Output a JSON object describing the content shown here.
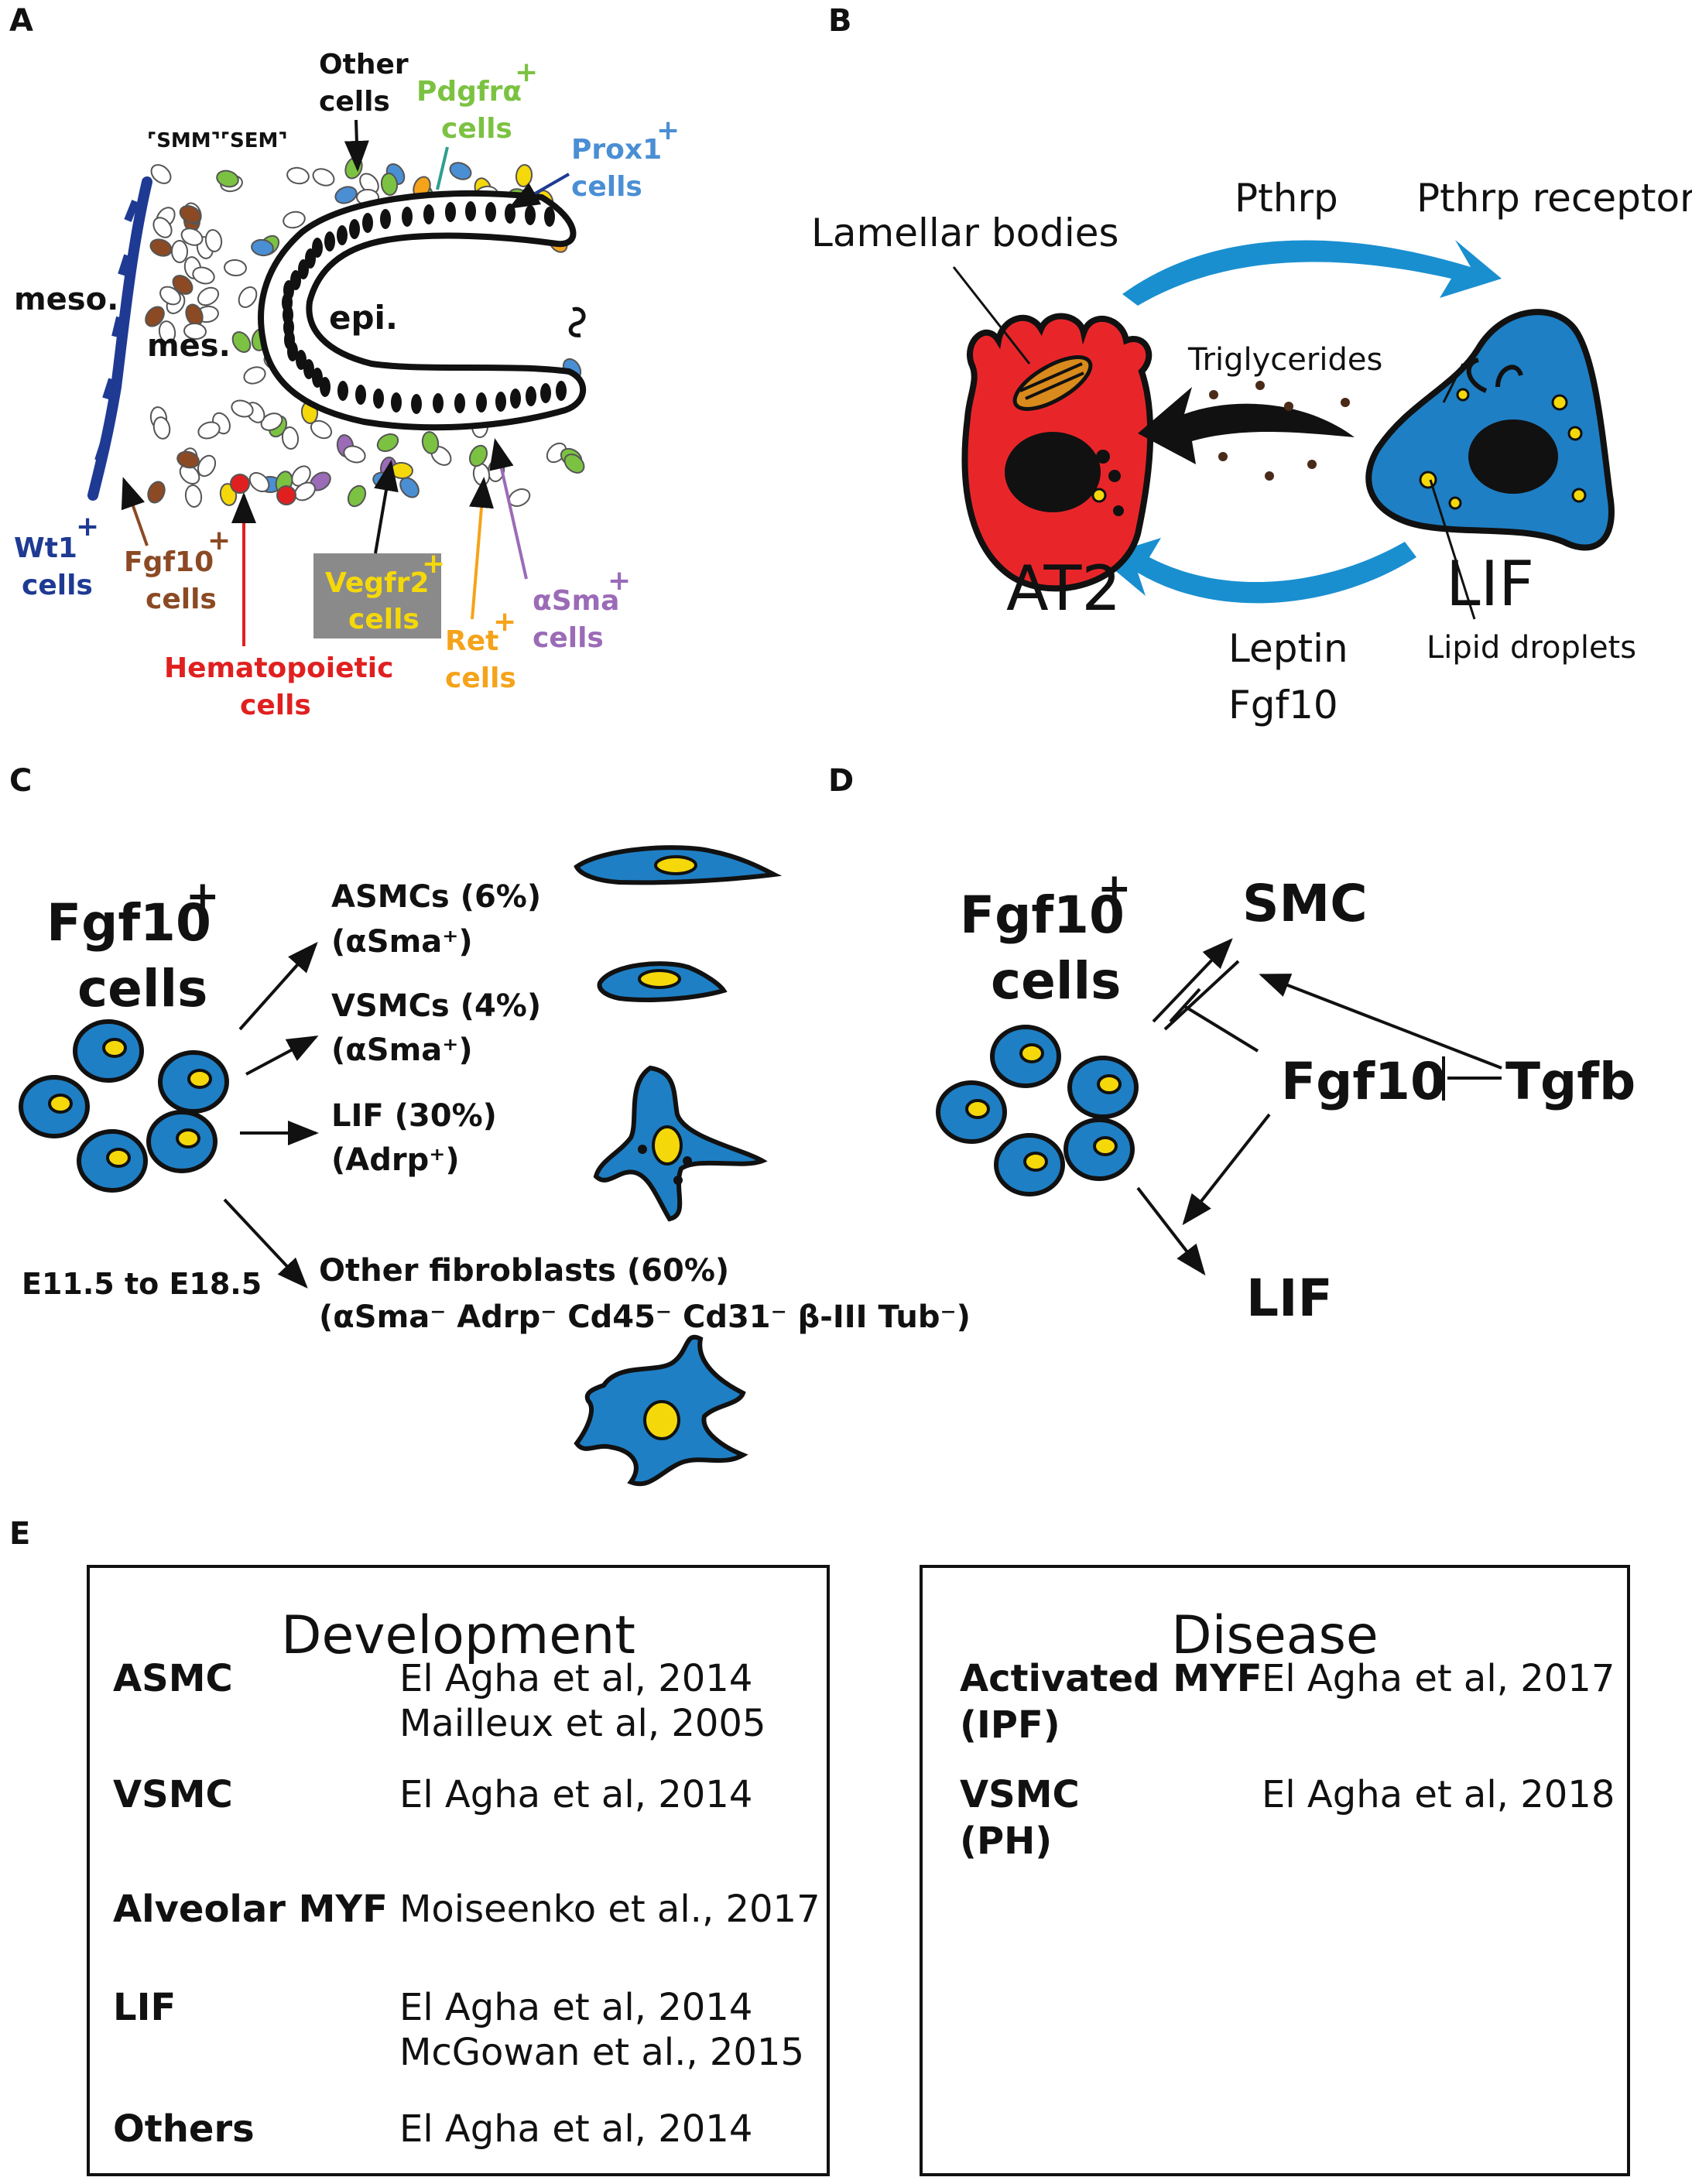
{
  "panel_letters": {
    "a": "A",
    "b": "B",
    "c": "C",
    "d": "D",
    "e": "E"
  },
  "panel_a": {
    "smm_sem": "⌜SMM⌝⌜SEM⌝",
    "meso": "meso.",
    "mes": "mes.",
    "epi": "epi.",
    "other_cells": [
      "Other",
      "cells"
    ],
    "pdgfra": [
      "Pdgfrα",
      "+",
      "cells"
    ],
    "prox1": [
      "Prox1",
      "+",
      "cells"
    ],
    "wt1": [
      "Wt1",
      "+",
      "cells"
    ],
    "fgf10": [
      "Fgf10",
      "+",
      "cells"
    ],
    "hematopoietic": [
      "Hematopoietic",
      "cells"
    ],
    "vegfr2": [
      "Vegfr2",
      "+",
      "cells"
    ],
    "ret": [
      "Ret",
      "+",
      "cells"
    ],
    "asma": [
      "αSma",
      "+",
      "cells"
    ],
    "colors": {
      "wt1": "#1f3a93",
      "fgf10": "#8b4a24",
      "pdgfra": "#7cc242",
      "prox1": "#4a8fd4",
      "vegfr2": "#f5d80a",
      "ret": "#f5a31a",
      "asma": "#9b6bb7",
      "hematopoietic": "#e02020"
    }
  },
  "panel_b": {
    "pthrp": "Pthrp",
    "pthrp_receptor": "Pthrp receptor",
    "lamellar_bodies": "Lamellar bodies",
    "triglycerides": "Triglycerides",
    "at2": "AT2",
    "lif": "LIF",
    "leptin": "Leptin",
    "fgf10": "Fgf10",
    "lipid_droplets": "Lipid droplets",
    "colors": {
      "at2": "#e8262a",
      "lif": "#1f7fc4",
      "arrow": "#1a8fd0"
    }
  },
  "panel_c": {
    "title": "Fgf10",
    "title_sup": "+",
    "title2": "cells",
    "asmc": "ASMCs (6%)",
    "asmc_marker": "(αSma⁺)",
    "vsmc": "VSMCs (4%)",
    "vsmc_marker": "(αSma⁺)",
    "lif": "LIF (30%)",
    "lif_marker": "(Adrp⁺)",
    "other": "Other fibroblasts (60%)",
    "other_marker": "(αSma⁻ Adrp⁻ Cd45⁻ Cd31⁻ β-III Tub⁻)",
    "stage": "E11.5 to E18.5"
  },
  "panel_d": {
    "title": "Fgf10",
    "title_sup": "+",
    "title2": "cells",
    "smc": "SMC",
    "fgf10": "Fgf10",
    "tgfb": "Tgfb",
    "lif": "LIF"
  },
  "panel_e": {
    "development": {
      "heading": "Development",
      "rows": [
        {
          "label": "ASMC",
          "refs": [
            "El Agha et al, 2014",
            "Mailleux et al, 2005"
          ]
        },
        {
          "label": "VSMC",
          "refs": [
            "El Agha et al, 2014"
          ]
        },
        {
          "label": "Alveolar MYF",
          "refs": [
            "Moiseenko et al., 2017"
          ]
        },
        {
          "label": "LIF",
          "refs": [
            "El Agha et al, 2014",
            "McGowan et al., 2015"
          ]
        },
        {
          "label": "Others",
          "refs": [
            "El Agha et al, 2014"
          ]
        }
      ]
    },
    "disease": {
      "heading": "Disease",
      "rows": [
        {
          "label": [
            "Activated MYF",
            "(IPF)"
          ],
          "refs": [
            "El Agha et al, 2017"
          ]
        },
        {
          "label": [
            "VSMC",
            "(PH)"
          ],
          "refs": [
            "El Agha et al, 2018"
          ]
        }
      ]
    }
  }
}
